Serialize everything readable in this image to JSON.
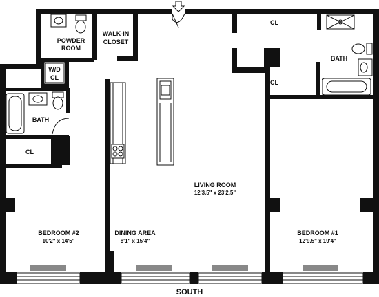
{
  "orientation_label": "SOUTH",
  "entry_icon": "down-arrow-icon",
  "rooms": {
    "powder_room": {
      "line1": "POWDER",
      "line2": "ROOM"
    },
    "walk_in_closet": {
      "line1": "WALK-IN",
      "line2": "CLOSET"
    },
    "wd_closet": {
      "line1": "W/D",
      "line2": "CL"
    },
    "bath_left": {
      "name": "BATH"
    },
    "bath_right": {
      "name": "BATH"
    },
    "closet_top_right": {
      "name": "CL"
    },
    "closet_mid_right": {
      "name": "CL"
    },
    "closet_bedroom2": {
      "name": "CL"
    },
    "living_room": {
      "name": "LIVING ROOM",
      "dims": "12'3.5\" x 23'2.5\""
    },
    "dining_area": {
      "name": "DINING AREA",
      "dims": "8'1\" x 15'4\""
    },
    "bedroom_2": {
      "name": "BEDROOM #2",
      "dims": "10'2\" x 14'5\""
    },
    "bedroom_1": {
      "name": "BEDROOM #1",
      "dims": "12'9.5\" x 19'4\""
    }
  }
}
